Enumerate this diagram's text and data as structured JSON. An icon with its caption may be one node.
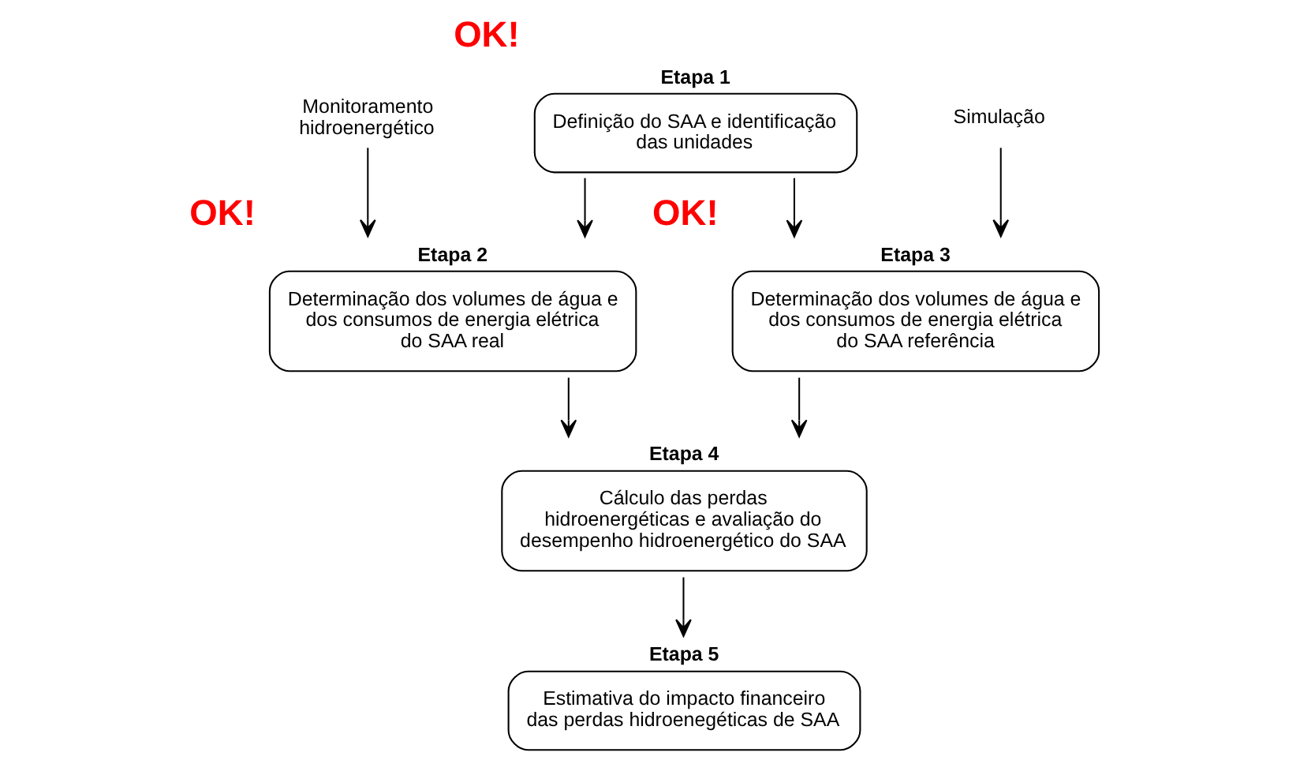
{
  "diagram": {
    "nodes": [
      {
        "text": [
          "Etapa 1",
          "Definição do SAA e identificação das unidades"
        ],
        "beside": [
          "OK!"
        ]
      },
      {
        "text": [
          "Monitoramento hidroenergético"
        ]
      },
      {
        "text": [
          "Etapa 2",
          "Determinação dos volumes de água e dos consumos de energia elétrica do SAA real"
        ],
        "beside": [
          "OK!"
        ]
      },
      {
        "text": [
          "Simulação"
        ]
      },
      {
        "text": [
          "Etapa 3",
          "Determinação dos volumes de água e dos consumos de energia elétrica do SAA referência"
        ],
        "beside": [
          "OK!"
        ]
      },
      {
        "text": [
          "Etapa 4",
          "Cálculo das perdas hidroenergéticas e avaliação do desempenho hidroenergético do SAA"
        ]
      },
      {
        "text": [
          "Etapa 5",
          "Estimativa do impacto financeiro das perdas hidroenegéticas de SAA"
        ]
      }
    ],
    "edges": [
      {
        "from": 0,
        "to": 2,
        "arrow": "to"
      },
      {
        "from": 0,
        "to": 4,
        "arrow": "to"
      },
      {
        "from": 1,
        "to": 2,
        "arrow": "to"
      },
      {
        "from": 3,
        "to": 4,
        "arrow": "to"
      },
      {
        "from": 2,
        "to": 5,
        "arrow": "to"
      },
      {
        "from": 4,
        "to": 5,
        "arrow": "to"
      },
      {
        "from": 5,
        "to": 6,
        "arrow": "to"
      }
    ]
  }
}
